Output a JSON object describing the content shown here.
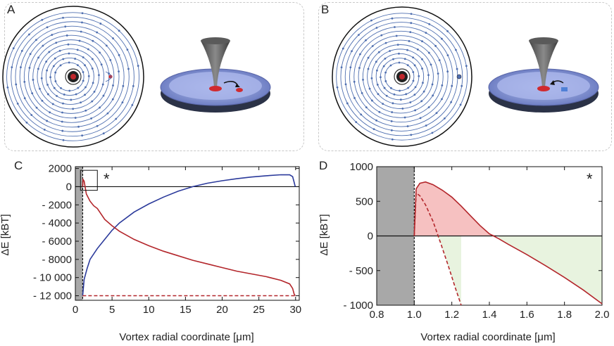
{
  "panels": {
    "a": {
      "label": "A"
    },
    "b": {
      "label": "B"
    },
    "c": {
      "label": "C",
      "star": "*"
    },
    "d": {
      "label": "D",
      "star": "*"
    }
  },
  "colors": {
    "blue_curve": "#2b3a9b",
    "red_curve": "#b3262b",
    "stream": "#4f6fb0",
    "red_fill": "#f6c1c1",
    "green_fill": "#e8f3df",
    "gray_band": "#a8a8a8"
  },
  "chart_data": [
    {
      "id": "C",
      "type": "line",
      "xlabel": "Vortex radial coordinate [μm]",
      "ylabel": "ΔE [kBT]",
      "xlim": [
        0,
        30.5
      ],
      "ylim": [
        -12500,
        2200
      ],
      "xticks": [
        0,
        5,
        10,
        15,
        20,
        25,
        30
      ],
      "xtick_labels": [
        "0",
        "5",
        "10",
        "15",
        "20",
        "25",
        "30"
      ],
      "yticks": [
        2000,
        0,
        -2000,
        -4000,
        -6000,
        -8000,
        -10000,
        -12000
      ],
      "ytick_labels": [
        "2000",
        "0",
        "- 2000",
        "- 4000",
        "- 6000",
        "- 8000",
        "- 10 000",
        "- 12 000"
      ],
      "shaded_x": [
        0,
        1
      ],
      "series": [
        {
          "style": "solid",
          "color": "#2b3a9b",
          "x": [
            1,
            1.2,
            1.6,
            2,
            3,
            4,
            5,
            6,
            8,
            10,
            12,
            14,
            16,
            18,
            20,
            22,
            24,
            26,
            28,
            29.2,
            29.6,
            29.8,
            29.95
          ],
          "y": [
            -12000,
            -10200,
            -9000,
            -8000,
            -6800,
            -5800,
            -4800,
            -4000,
            -2800,
            -1900,
            -1150,
            -500,
            0,
            380,
            650,
            880,
            1060,
            1200,
            1310,
            1300,
            1100,
            500,
            0
          ]
        },
        {
          "style": "solid",
          "color": "#b3262b",
          "x": [
            1,
            1.05,
            1.2,
            1.5,
            2,
            2.5,
            3,
            4,
            5,
            6,
            8,
            10,
            12,
            14,
            16,
            18,
            20,
            22,
            24,
            26,
            28,
            29.2,
            29.6,
            29.8,
            29.95
          ],
          "y": [
            0,
            800,
            600,
            -800,
            -1600,
            -2100,
            -2400,
            -3600,
            -4300,
            -4900,
            -5800,
            -6500,
            -7100,
            -7600,
            -8100,
            -8500,
            -8900,
            -9300,
            -9600,
            -9900,
            -10300,
            -10700,
            -11200,
            -11800,
            -12000
          ]
        },
        {
          "style": "dashed",
          "color": "#b3262b",
          "x": [
            1,
            30
          ],
          "y": [
            -12000,
            -12000
          ]
        }
      ],
      "inset_box": {
        "x": [
          0.7,
          3.0
        ],
        "y": [
          -400,
          1800
        ]
      }
    },
    {
      "id": "D",
      "type": "line",
      "xlabel": "Vortex radial coordinate [μm]",
      "ylabel": "ΔE [kBT]",
      "xlim": [
        0.8,
        2.0
      ],
      "ylim": [
        -1000,
        1000
      ],
      "xticks": [
        0.8,
        1.0,
        1.2,
        1.4,
        1.6,
        1.8,
        2.0
      ],
      "xtick_labels": [
        "0.8",
        "1.0",
        "1.2",
        "1.4",
        "1.6",
        "1.8",
        "2.0"
      ],
      "yticks": [
        1000,
        500,
        0,
        -500,
        -1000
      ],
      "ytick_labels": [
        "1000",
        "500",
        "0",
        "- 500",
        "- 1000"
      ],
      "shaded_x": [
        0.8,
        1.0
      ],
      "series": [
        {
          "style": "solid",
          "color": "#b3262b",
          "x": [
            1.0,
            1.01,
            1.03,
            1.06,
            1.1,
            1.15,
            1.2,
            1.25,
            1.3,
            1.35,
            1.4,
            1.45,
            1.5,
            1.6,
            1.7,
            1.8,
            1.9,
            2.0
          ],
          "y": [
            0,
            680,
            760,
            780,
            740,
            660,
            560,
            430,
            290,
            150,
            30,
            -40,
            -120,
            -270,
            -430,
            -600,
            -780,
            -980
          ]
        },
        {
          "style": "dashed",
          "color": "#b3262b",
          "x": [
            1.0,
            1.01,
            1.03,
            1.06,
            1.1,
            1.14,
            1.18,
            1.22,
            1.25
          ],
          "y": [
            0,
            620,
            580,
            450,
            210,
            -100,
            -420,
            -760,
            -1000
          ]
        }
      ],
      "fills": [
        {
          "color": "#f6c1c1",
          "series": 0,
          "x_range": [
            1.0,
            1.45
          ],
          "sign": "positive"
        },
        {
          "color": "#f6c1c1",
          "series": 1,
          "x_range": [
            1.0,
            1.12
          ],
          "sign": "positive"
        },
        {
          "color": "#e8f3df",
          "series": 0,
          "x_range": [
            1.45,
            2.0
          ],
          "sign": "negative"
        },
        {
          "color": "#e8f3df",
          "series": 1,
          "x_range": [
            1.12,
            1.25
          ],
          "sign": "negative"
        }
      ]
    }
  ]
}
